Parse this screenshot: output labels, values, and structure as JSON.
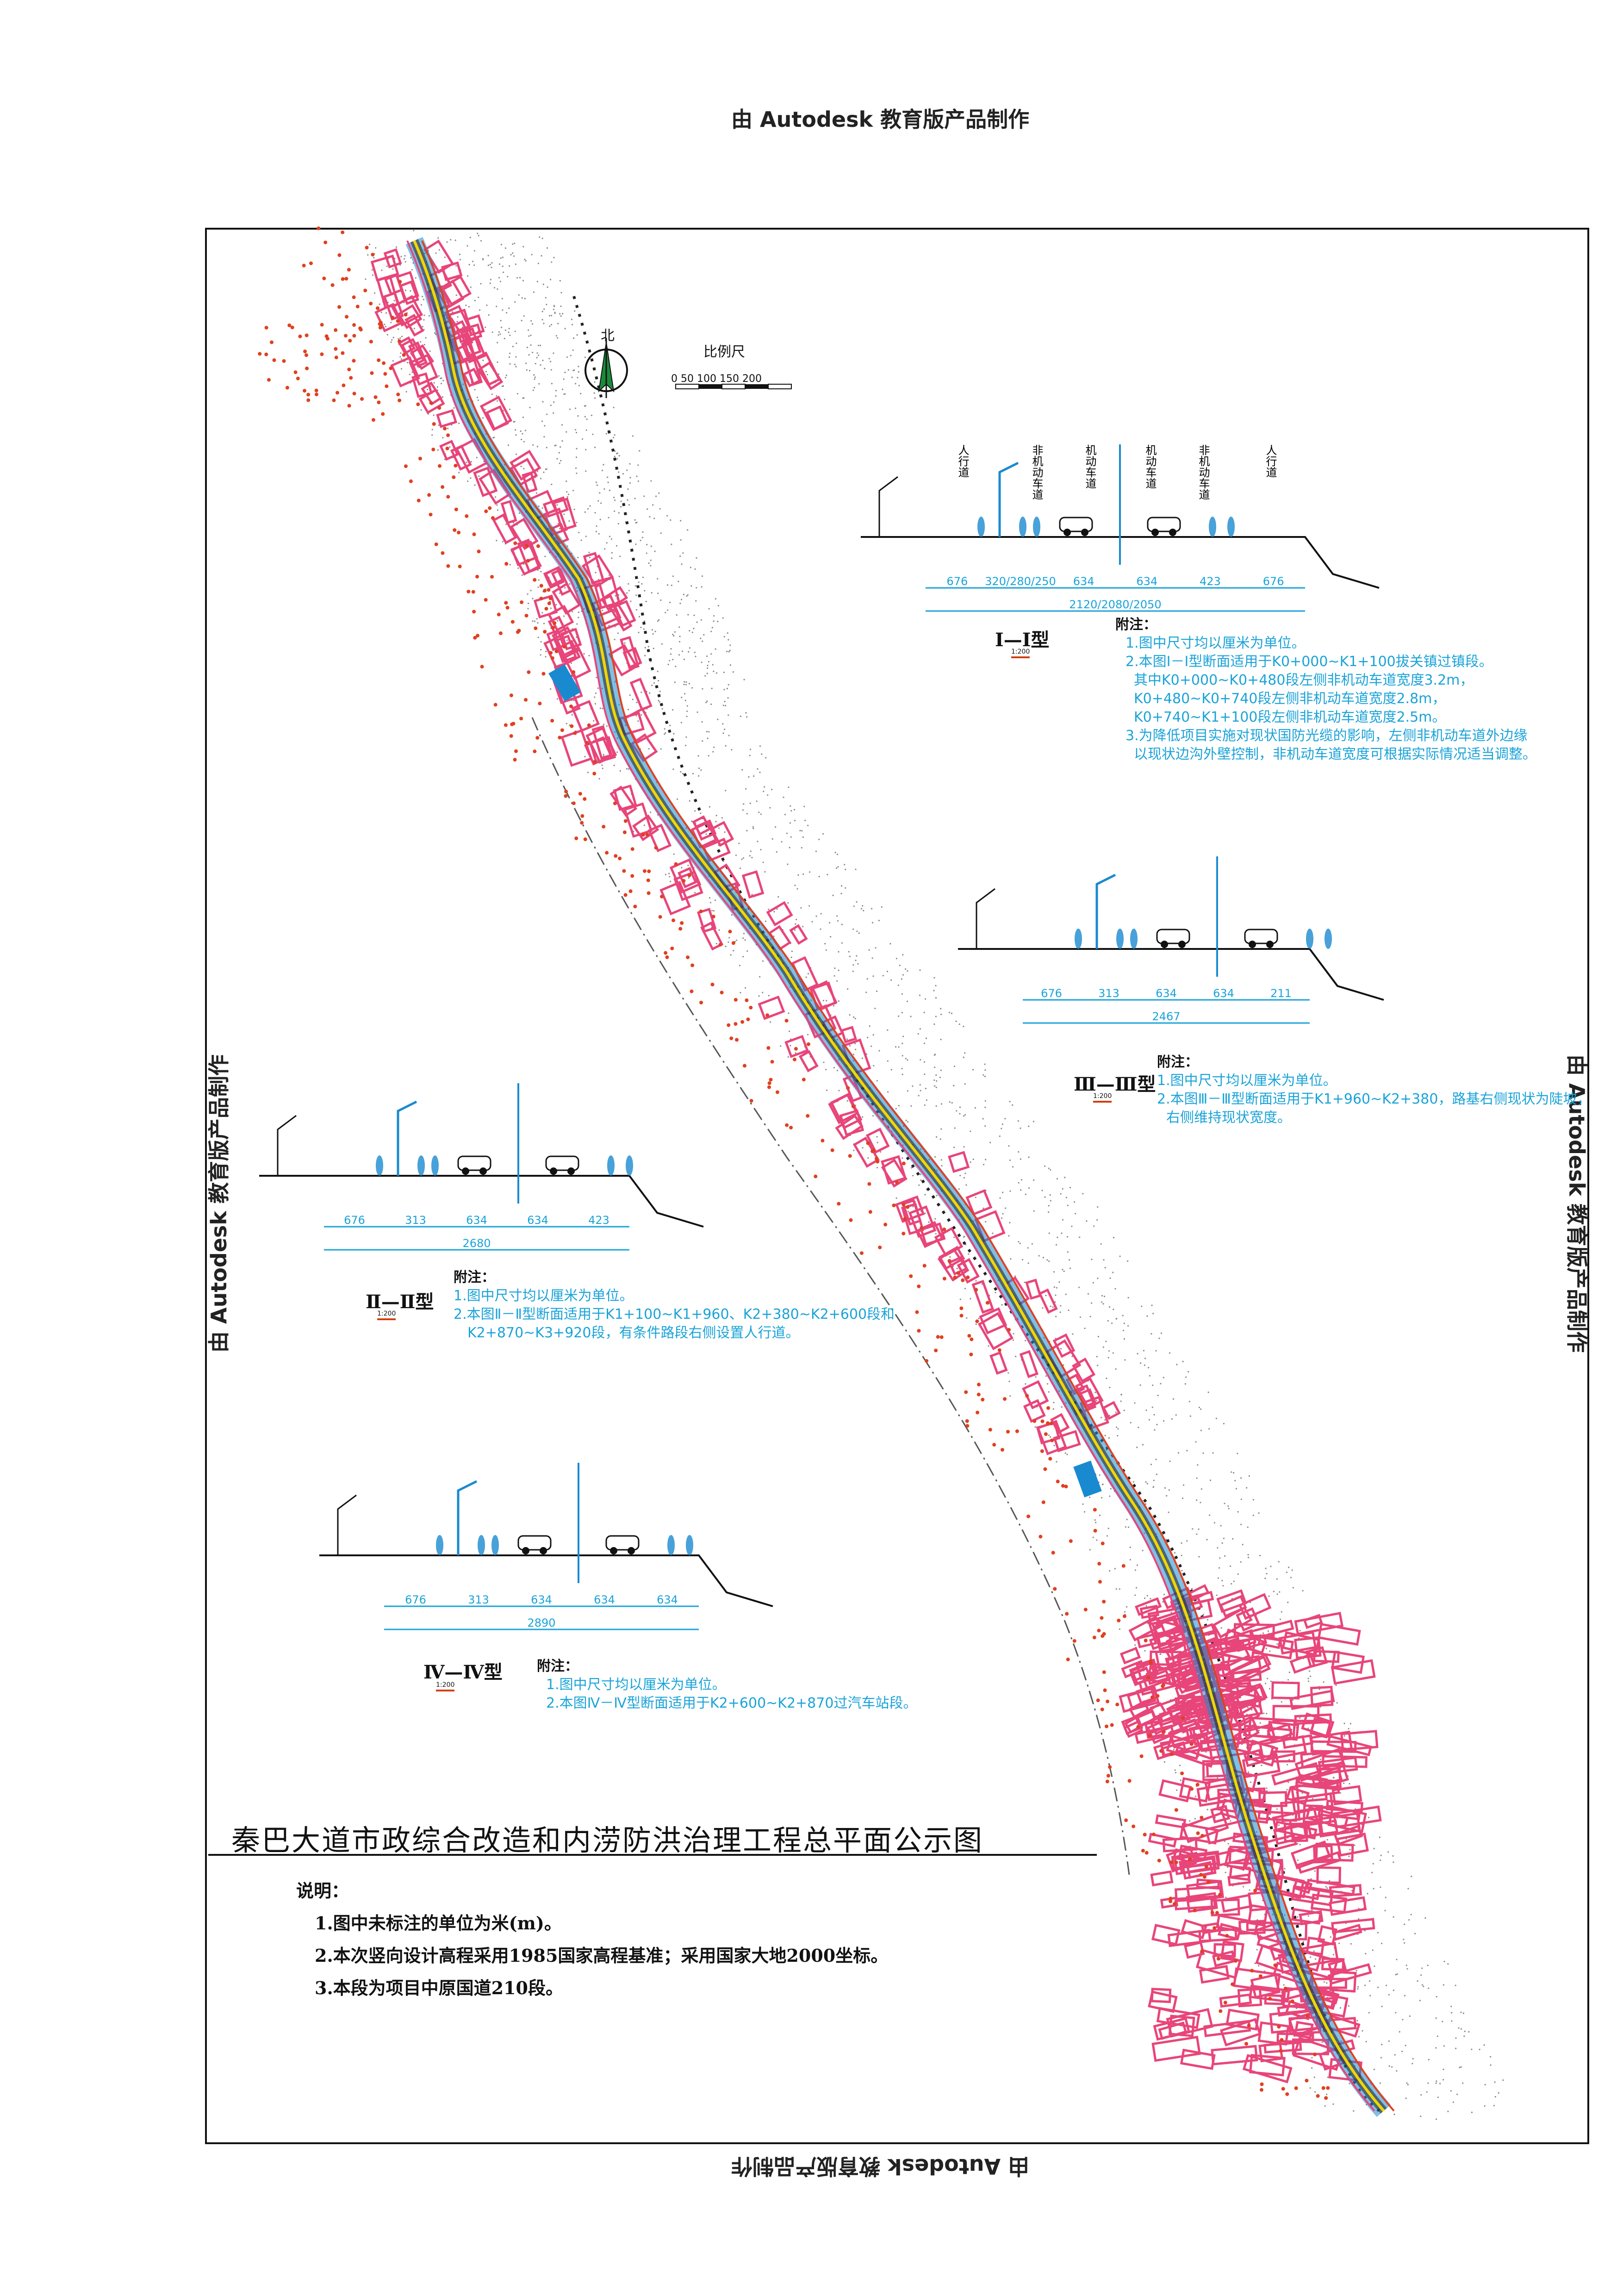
{
  "watermark": "由 Autodesk 教育版产品制作",
  "compass": {
    "north_label": "北"
  },
  "scale_bar": {
    "label": "比例尺",
    "ticks": "0   50   100   150  200"
  },
  "main_title": "秦巴大道市政综合改造和内涝防洪治理工程总平面公示图",
  "legend": {
    "heading": "说明：",
    "items": [
      "1.图中未标注的单位为米(m)。",
      "2.本次竖向设计高程采用1985国家高程基准；采用国家大地2000坐标。",
      "3.本段为项目中原国道210段。"
    ]
  },
  "sections": [
    {
      "name": "I—I型",
      "scale": "1:200",
      "dims": [
        "676",
        "320/280/250",
        "634",
        "634",
        "423",
        "676"
      ],
      "total": "2120/2080/2050",
      "note_head": "附注：",
      "notes": [
        "1.图中尺寸均以厘米为单位。",
        "2.本图I－I型断面适用于K0+000~K1+100拔关镇过镇段。",
        "其中K0+000~K0+480段左侧非机动车道宽度3.2m，",
        "K0+480~K0+740段左侧非机动车道宽度2.8m，",
        "K0+740~K1+100段左侧非机动车道宽度2.5m。",
        "3.为降低项目实施对现状国防光缆的影响，左侧非机动车道外边缘",
        "以现状边沟外壁控制，非机动车道宽度可根据实际情况适当调整。"
      ],
      "labels": [
        "人行道",
        "非机动车道",
        "机动车道",
        "机动车道",
        "非机动车道",
        "人行道"
      ]
    },
    {
      "name": "Ⅲ—Ⅲ型",
      "scale": "1:200",
      "dims": [
        "676",
        "313",
        "634",
        "634",
        "211"
      ],
      "total": "2467",
      "note_head": "附注：",
      "notes": [
        "1.图中尺寸均以厘米为单位。",
        "2.本图Ⅲ－Ⅲ型断面适用于K1+960~K2+380，路基右侧现状为陡坡，",
        "右侧维持现状宽度。"
      ]
    },
    {
      "name": "Ⅱ—Ⅱ型",
      "scale": "1:200",
      "dims": [
        "676",
        "313",
        "634",
        "634",
        "423"
      ],
      "total": "2680",
      "note_head": "附注：",
      "notes": [
        "1.图中尺寸均以厘米为单位。",
        "2.本图Ⅱ－Ⅱ型断面适用于K1+100~K1+960、K2+380~K2+600段和",
        "K2+870~K3+920段，有条件路段右侧设置人行道。"
      ]
    },
    {
      "name": "Ⅳ—Ⅳ型",
      "scale": "1:200",
      "dims": [
        "676",
        "313",
        "634",
        "634",
        "634"
      ],
      "total": "2890",
      "note_head": "附注：",
      "notes": [
        "1.图中尺寸均以厘米为单位。",
        "2.本图Ⅳ－Ⅳ型断面适用于K2+600~K2+870过汽车站段。"
      ]
    }
  ],
  "colors": {
    "buildings": "#e8457a",
    "road_center": "#f2d600",
    "road_edge": "#1a8ad0",
    "annotation": "#1aa3d8",
    "terrain": "#8a8a8a",
    "points": "#e04020"
  }
}
